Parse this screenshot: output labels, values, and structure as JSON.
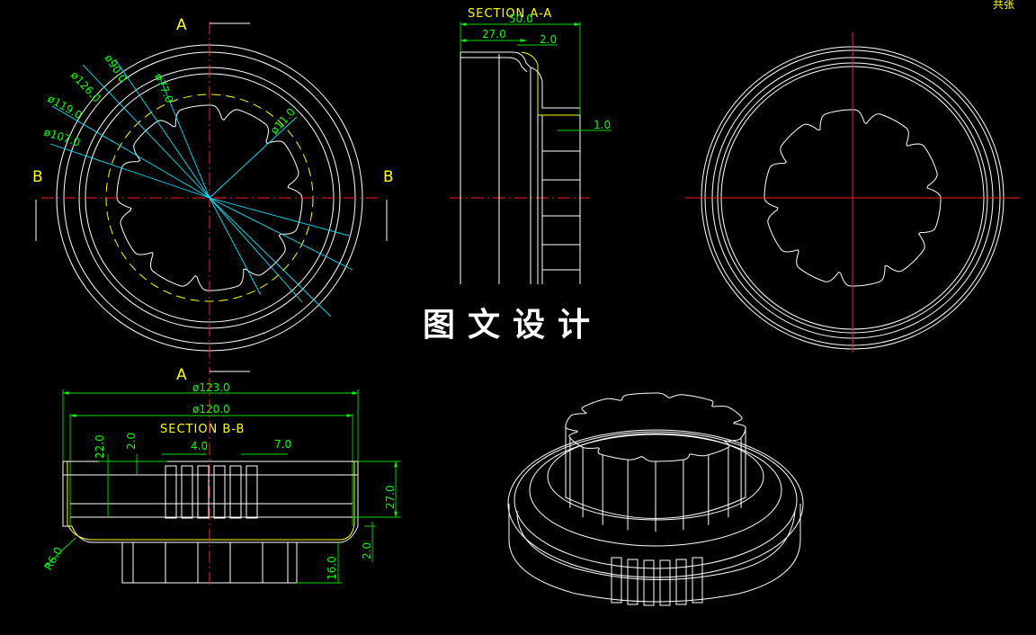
{
  "watermark": "图文设计",
  "corner_text": "共张",
  "section_aa": {
    "title": "SECTION A-A",
    "dims": {
      "d50": "50.0",
      "d27": "27.0",
      "d2": "2.0",
      "d1": "1.0"
    }
  },
  "section_bb": {
    "title": "SECTION B-B",
    "dims": {
      "d123": "ø123.0",
      "d120": "ø120.0",
      "d22": "22.0",
      "d2a": "2.0",
      "d4": "4.0",
      "d7": "7.0",
      "d27": "27.0",
      "d2b": "2.0",
      "d16": "16.0",
      "r6": "R6.0"
    }
  },
  "top_view": {
    "cut_label_a": "A",
    "cut_label_b": "B",
    "dims": {
      "d126": "ø126.0",
      "d90": "ø90.0",
      "d77": "ø77.0",
      "d119": "ø119.0",
      "d107": "ø107.0",
      "d11": "ø11.0"
    }
  },
  "colors": {
    "line": "#ffffff",
    "center": "#ff2020",
    "dim": "#00ff00",
    "leader": "#00e5ff",
    "label": "#ffff00",
    "background": "#000000"
  }
}
